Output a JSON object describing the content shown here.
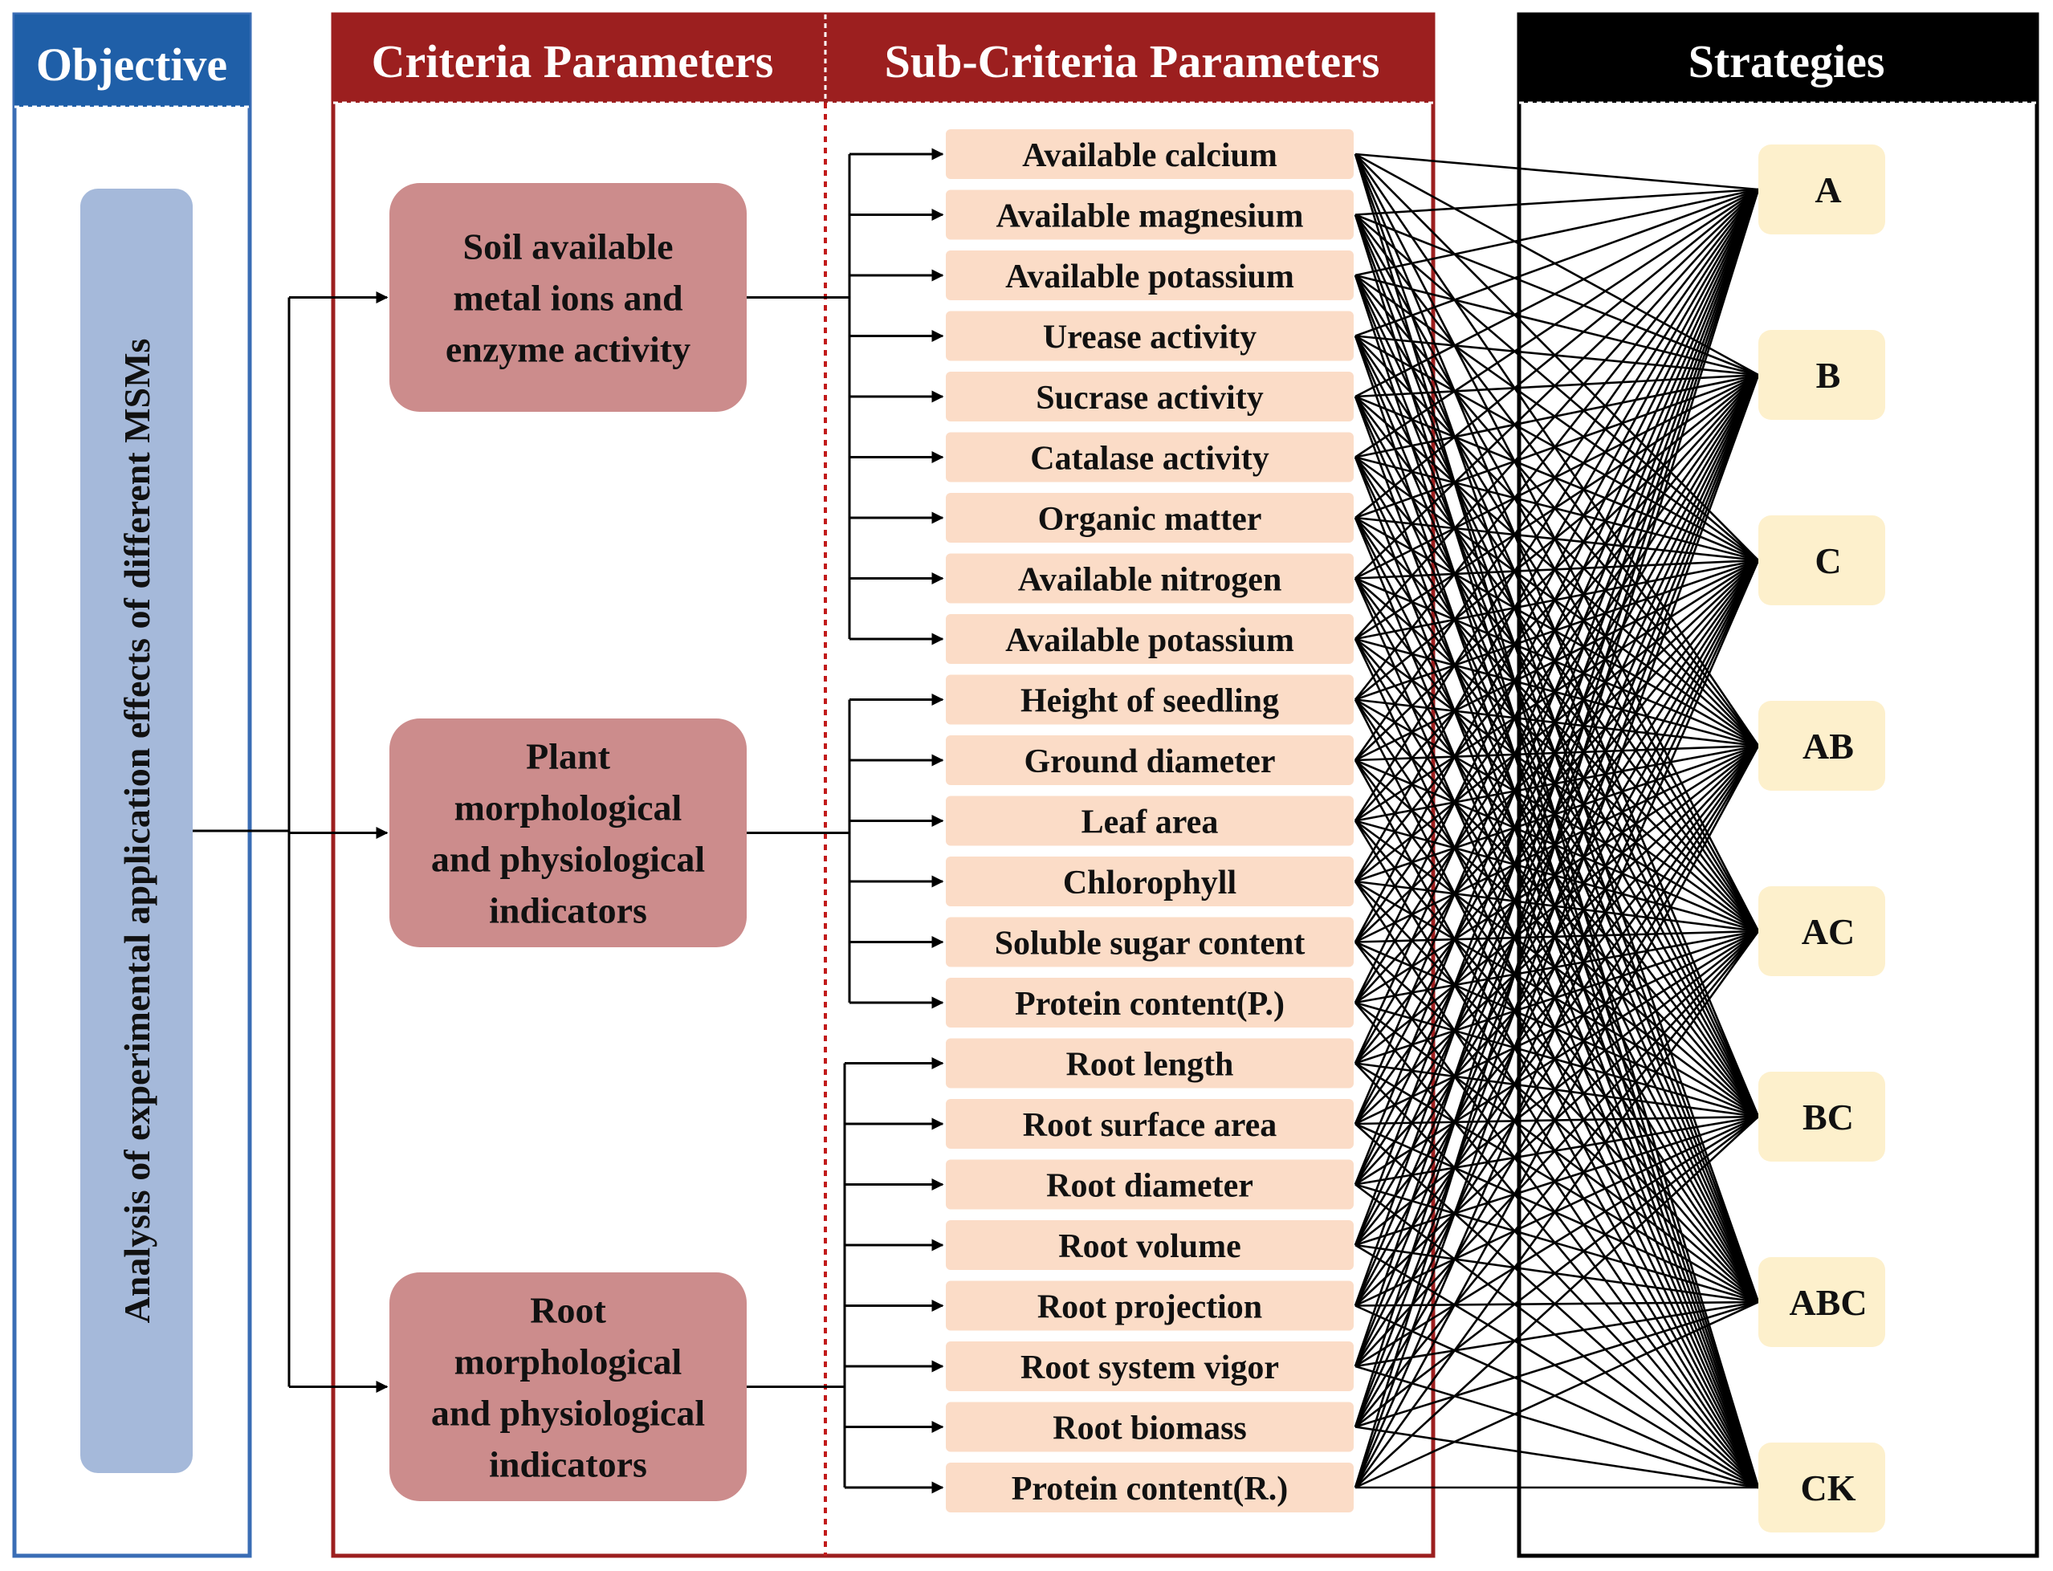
{
  "panels": {
    "objective": {
      "header": "Objective",
      "text": "Analysis of experimental application effects of different MSMs"
    },
    "criteria": {
      "header": "Criteria Parameters"
    },
    "subcriteria": {
      "header": "Sub-Criteria Parameters"
    },
    "strategies": {
      "header": "Strategies"
    }
  },
  "criteria": [
    {
      "lines": [
        "Soil available",
        "metal ions and",
        "enzyme activity"
      ]
    },
    {
      "lines": [
        "Plant",
        "morphological",
        "and physiological",
        "indicators"
      ]
    },
    {
      "lines": [
        "Root",
        "morphological",
        "and physiological",
        "indicators"
      ]
    }
  ],
  "subcriteria": [
    {
      "label": "Available calcium",
      "group": 0
    },
    {
      "label": "Available  magnesium",
      "group": 0
    },
    {
      "label": "Available potassium",
      "group": 0
    },
    {
      "label": "Urease activity",
      "group": 0
    },
    {
      "label": "Sucrase activity",
      "group": 0
    },
    {
      "label": "Catalase activity",
      "group": 0
    },
    {
      "label": "Organic matter",
      "group": 0
    },
    {
      "label": "Available nitrogen",
      "group": 0
    },
    {
      "label": "Available potassium",
      "group": 0
    },
    {
      "label": "Height of seedling",
      "group": 1
    },
    {
      "label": "Ground diameter",
      "group": 1
    },
    {
      "label": "Leaf area",
      "group": 1
    },
    {
      "label": "Chlorophyll",
      "group": 1
    },
    {
      "label": "Soluble sugar content",
      "group": 1
    },
    {
      "label": "Protein content(P.)",
      "group": 1
    },
    {
      "label": "Root length",
      "group": 2
    },
    {
      "label": "Root surface area",
      "group": 2
    },
    {
      "label": "Root diameter",
      "group": 2
    },
    {
      "label": "Root volume",
      "group": 2
    },
    {
      "label": "Root projection",
      "group": 2
    },
    {
      "label": "Root  system vigor",
      "group": 2
    },
    {
      "label": "Root biomass",
      "group": 2
    },
    {
      "label": "Protein content(R.)",
      "group": 2
    }
  ],
  "strategies": [
    "A",
    "B",
    "C",
    "AB",
    "AC",
    "BC",
    "ABC",
    "CK"
  ],
  "colors": {
    "objective_border": "#3a6db5",
    "objective_header": "#1f5fa8",
    "objective_box": "#a5b9da",
    "criteria_border": "#9c1f1f",
    "criteria_header": "#9c1f1f",
    "criteria_box": "#cc8c8c",
    "sub_box": "#fbdcc7",
    "strategy_border": "#000000",
    "strategy_header": "#000000",
    "strategy_box": "#fdf0cc"
  }
}
